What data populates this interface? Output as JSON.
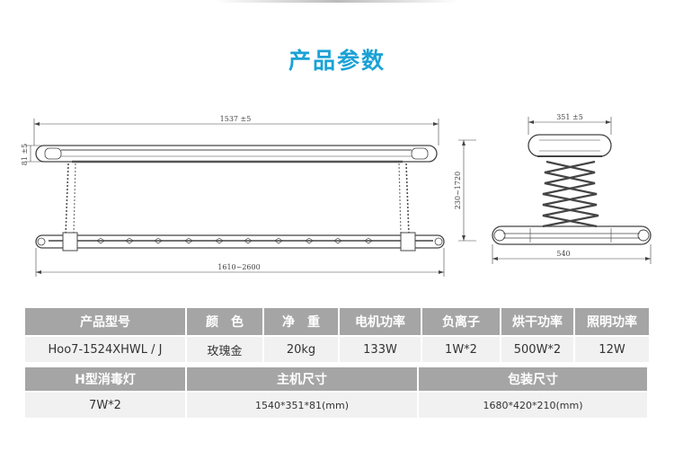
{
  "page": {
    "title": "产品参数",
    "accent_color": "#1aa2d6",
    "header_color": "#a5a5a5",
    "value_bg_color": "#f1f1f1"
  },
  "drawing": {
    "front_width": "1537 ±5",
    "front_height": "81 ±5",
    "front_stroke": "1610~2600",
    "side_width": "351 ±5",
    "side_stroke": "230~1720",
    "side_base": "540"
  },
  "specs": {
    "headers": [
      "产品型号",
      "颜　色",
      "净　重",
      "电机功率",
      "负离子",
      "烘干功率",
      "照明功率"
    ],
    "values": [
      "Hoo7-1524XHWL / J",
      "玫瑰金",
      "20kg",
      "133W",
      "1W*2",
      "500W*2",
      "12W"
    ],
    "headers2": [
      "H型消毒灯",
      "主机尺寸",
      "包装尺寸"
    ],
    "values2": [
      "7W*2",
      "1540*351*81(mm)",
      "1680*420*210(mm)"
    ]
  }
}
